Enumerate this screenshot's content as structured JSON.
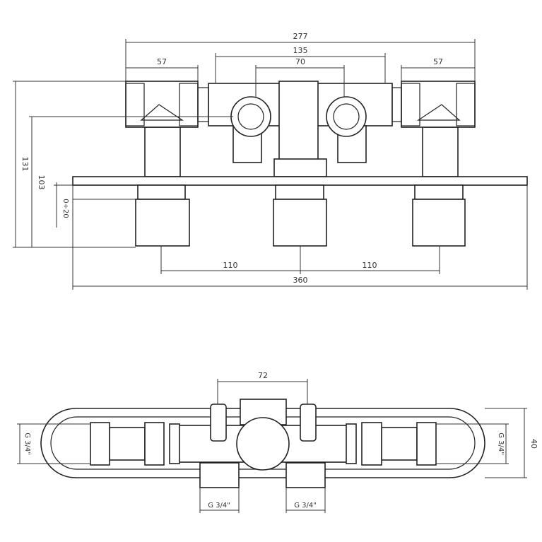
{
  "front_view": {
    "dimensions": {
      "overall_top": "277",
      "outlet_spacing": "135",
      "inner_spacing": "70",
      "left_valve": "57",
      "right_valve": "57",
      "height_total": "131",
      "height_body": "103",
      "depth_adjust": "0÷20",
      "left_spacing": "110",
      "right_spacing": "110",
      "plate_width": "360"
    }
  },
  "top_view": {
    "dimensions": {
      "outlet_spacing": "72",
      "depth": "40",
      "thread_left": "G 3/4\"",
      "thread_right": "G 3/4\"",
      "thread_bottom_left": "G 3/4\"",
      "thread_bottom_right": "G 3/4\""
    }
  }
}
